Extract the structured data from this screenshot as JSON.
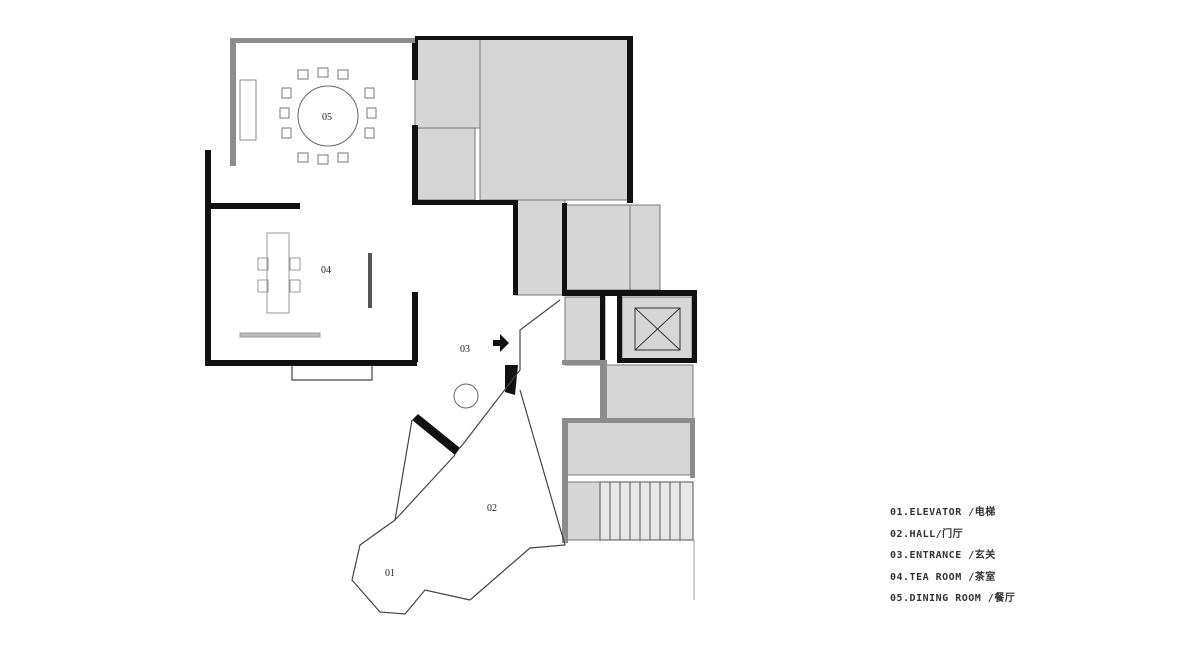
{
  "rooms": [
    {
      "id": "01",
      "name": "ELEVATOR",
      "cn": "电梯"
    },
    {
      "id": "02",
      "name": "HALL",
      "cn": "门厅"
    },
    {
      "id": "03",
      "name": "ENTRANCE",
      "cn": "玄关"
    },
    {
      "id": "04",
      "name": "TEA ROOM",
      "cn": "茶室"
    },
    {
      "id": "05",
      "name": "DINING ROOM",
      "cn": "餐厅"
    }
  ],
  "legend": [
    "01.ELEVATOR /电梯",
    "02.HALL/门厅",
    "03.ENTRANCE /玄关",
    "04.TEA ROOM /茶室",
    "05.DINING ROOM /餐厅"
  ],
  "colors": {
    "wall": "#111111",
    "service_area": "#d4d4d4",
    "partition": "#8c8c8c"
  }
}
